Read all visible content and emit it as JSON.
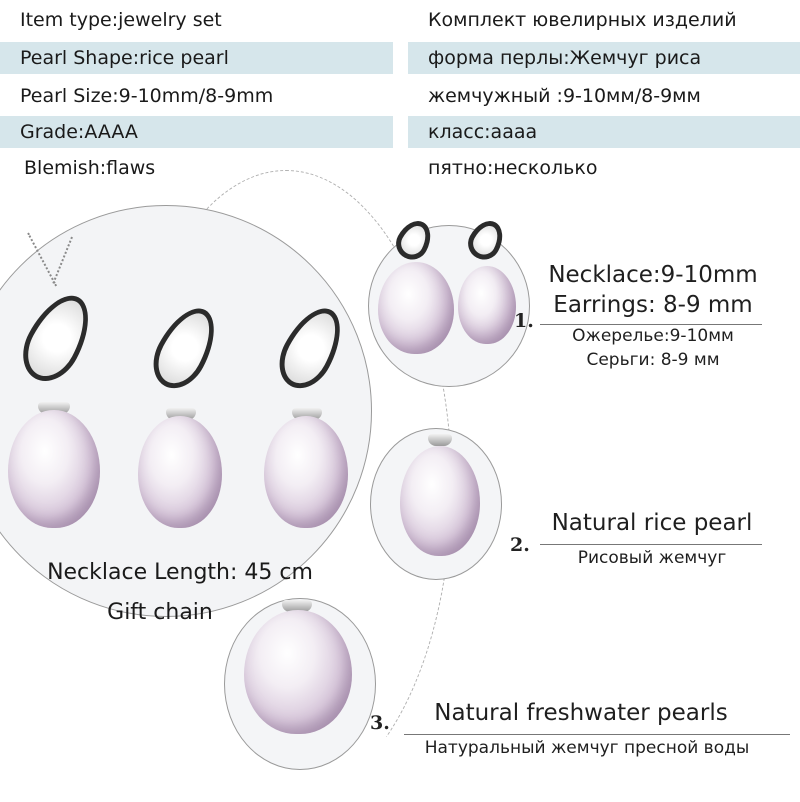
{
  "specs": [
    {
      "left": "Item type:jewelry set",
      "right": "Комплект ювелирных изделий",
      "shaded": false
    },
    {
      "left": "Pearl Shape:rice pearl",
      "right": "форма перлы:Жемчуг риса",
      "shaded": true
    },
    {
      "left": "Pearl Size:9-10mm/8-9mm",
      "right": "жемчужный :9-10мм/8-9мм",
      "shaded": false
    },
    {
      "left": "Grade:AAAA",
      "right": "класс:аааа",
      "shaded": true
    },
    {
      "left": "Blemish:flaws",
      "right": "пятно:несколько",
      "shaded": false
    }
  ],
  "main_photo": {
    "length_text": "Necklace Length: 45 cm",
    "gift_text": "Gift chain"
  },
  "details": [
    {
      "number": "1.",
      "line1": "Necklace:9-10mm",
      "line2": "Earrings: 8-9 mm",
      "sub1": "Ожерелье:9-10мм",
      "sub2": "Серьги: 8-9 мм"
    },
    {
      "number": "2.",
      "line1": "Natural rice pearl",
      "sub1": "Рисовый жемчуг"
    },
    {
      "number": "3.",
      "line1": "Natural freshwater pearls",
      "sub1": "Натуральный жемчуг пресной воды"
    }
  ],
  "colors": {
    "row_shade": "#d6e6eb",
    "pearl_tint": "#d9c9dc",
    "setting_metal": "#2b2b2b"
  }
}
